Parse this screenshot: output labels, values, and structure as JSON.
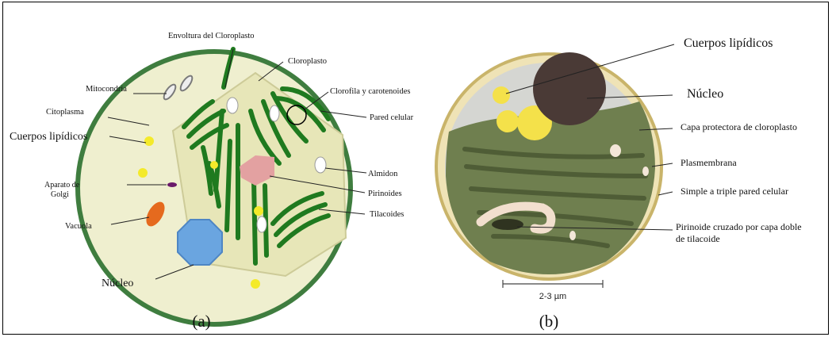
{
  "panel_a": {
    "caption": "(a)",
    "labels": {
      "envoltura": "Envoltura del Cloroplasto",
      "cloroplasto": "Cloroplasto",
      "mitocondria": "Mitocondria",
      "clorofila": "Clorofila y carotenoides",
      "citoplasma": "Citoplasma",
      "pared": "Pared celular",
      "cuerpos": "Cuerpos lipídicos",
      "almidon": "Almidon",
      "aparato_1": "Aparato de",
      "aparato_2": "Golgi",
      "pirinoides": "Pirinoides",
      "tilacoides": "Tilacoides",
      "vacuola": "Vacuola",
      "nucleo": "Núcleo"
    }
  },
  "panel_b": {
    "caption": "(b)",
    "labels": {
      "cuerpos": "Cuerpos lipídicos",
      "nucleo": "Núcleo",
      "capa": "Capa protectora de cloroplasto",
      "plasmembrana": "Plasmembrana",
      "pared": "Simple a triple pared celular",
      "pirinoide_1": "Pirinoide cruzado por capa doble",
      "pirinoide_2": "de tilacoide"
    },
    "scale": "2-3 µm"
  },
  "colors": {
    "cell_fill": "#efefcf",
    "cell_border": "#3f7d3f",
    "thylakoid": "#1f7a1f",
    "pyrenoid": "#e3a1a1",
    "nucleus": "#6aa5e0",
    "vacuole": "#e56a1e",
    "lipid": "#f4ea2a",
    "golgi": "#6a1a6a",
    "chloroplast_b": "#6f7f4f",
    "nucleus_b": "#4a3a36"
  }
}
